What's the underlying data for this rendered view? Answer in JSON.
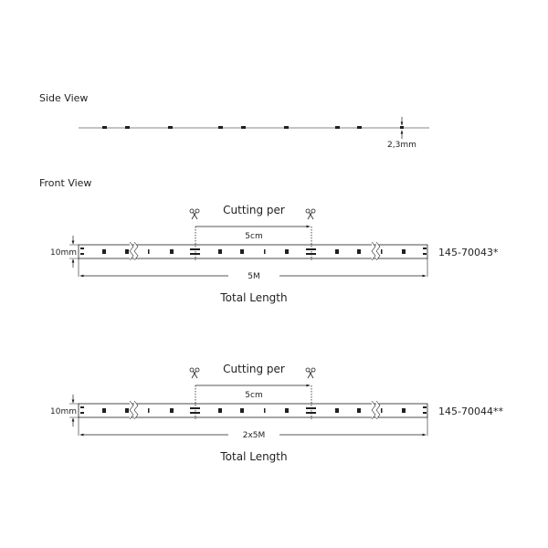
{
  "side_view": {
    "title": "Side View",
    "thickness_label": "2,3mm"
  },
  "front_view": {
    "title": "Front View",
    "strips": [
      {
        "width_label": "10mm",
        "cutting_label": "Cutting per",
        "cut_length": "5cm",
        "length": "5M",
        "total_label": "Total Length",
        "part_number": "145-70043*"
      },
      {
        "width_label": "10mm",
        "cutting_label": "Cutting per",
        "cut_length": "5cm",
        "length": "2x5M",
        "total_label": "Total Length",
        "part_number": "145-70044**"
      }
    ]
  },
  "colors": {
    "ink": "#231f20",
    "line": "#555555"
  }
}
